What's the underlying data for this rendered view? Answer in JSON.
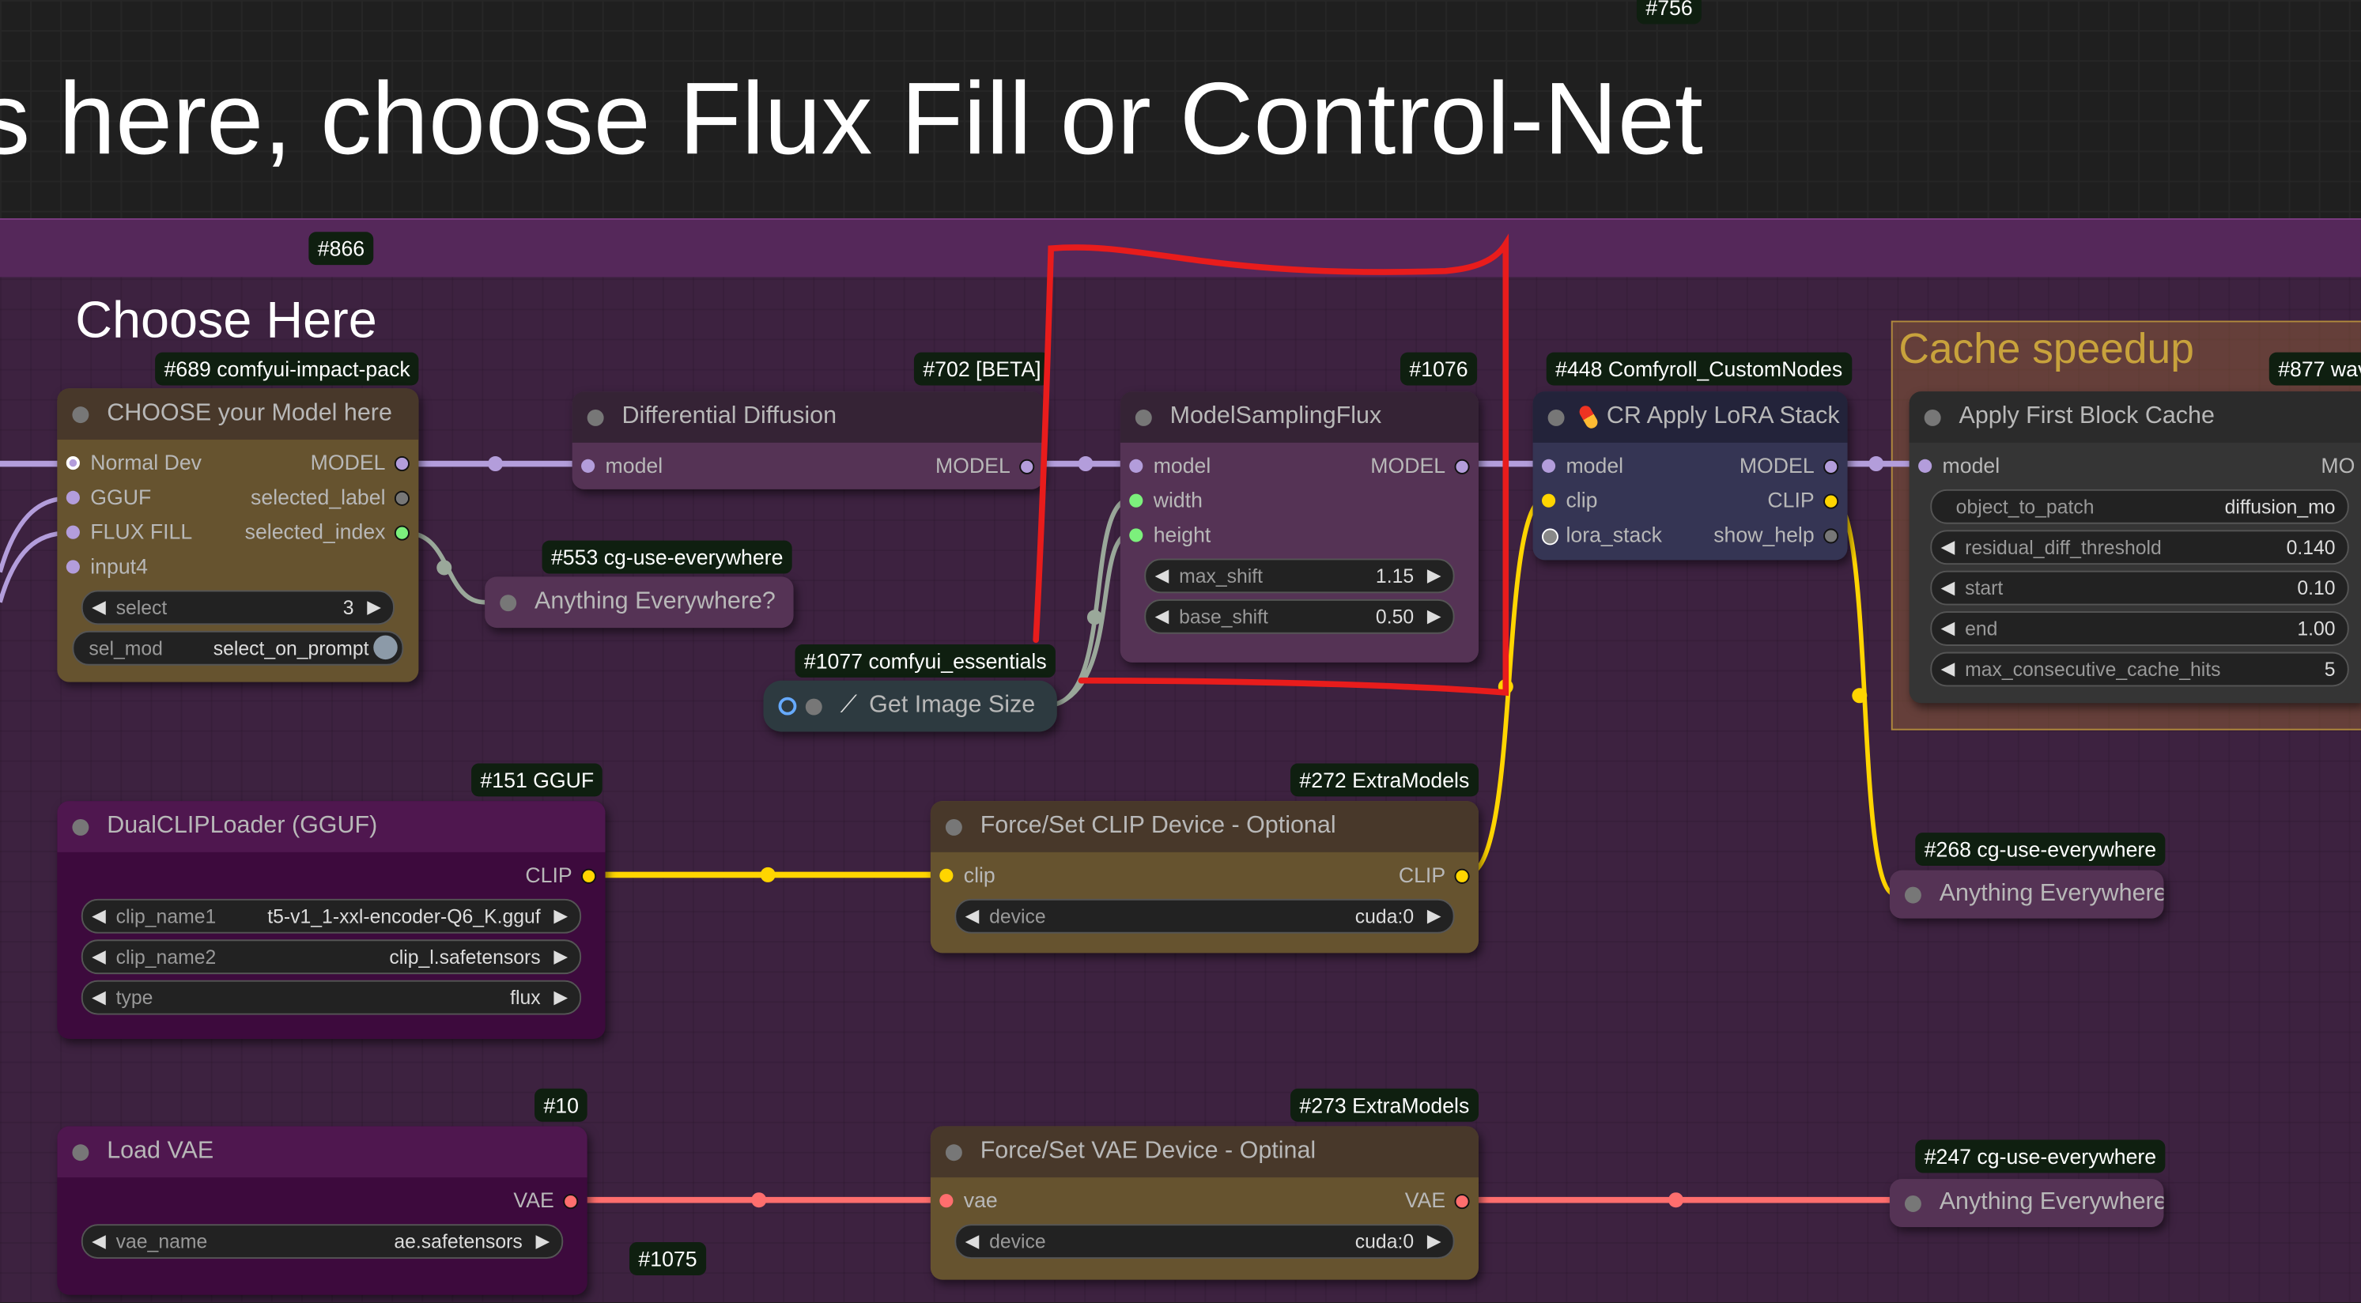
{
  "title": "s here, choose Flux Fill or Control-Net",
  "badges": {
    "b756": "#756",
    "b866": "#866",
    "b689": "#689 comfyui-impact-pack",
    "b702": "#702 [BETA]",
    "b1076": "#1076",
    "b448": "#448 Comfyroll_CustomNodes",
    "b877": "#877 wav",
    "b553": "#553 cg-use-everywhere",
    "b1077": "#1077 comfyui_essentials",
    "b151": "#151 GGUF",
    "b272": "#272 ExtraModels",
    "b268": "#268 cg-use-everywhere",
    "b10": "#10",
    "b273": "#273 ExtraModels",
    "b247": "#247 cg-use-everywhere",
    "b1075": "#1075"
  },
  "group": {
    "label": "Choose Here",
    "cache_label": "Cache speedup"
  },
  "choose": {
    "title": "CHOOSE your Model here",
    "inputs": [
      "Normal Dev",
      "GGUF",
      "FLUX FILL",
      "input4"
    ],
    "outputs": [
      "MODEL",
      "selected_label",
      "selected_index"
    ],
    "select_label": "select",
    "select_value": "3",
    "mode_label": "sel_mod",
    "mode_value": "select_on_prompt"
  },
  "diff": {
    "title": "Differential Diffusion",
    "in": "model",
    "out": "MODEL"
  },
  "msf": {
    "title": "ModelSamplingFlux",
    "inputs": [
      "model",
      "width",
      "height"
    ],
    "out": "MODEL",
    "max_shift_label": "max_shift",
    "max_shift": "1.15",
    "base_shift_label": "base_shift",
    "base_shift": "0.50"
  },
  "lora": {
    "title": "CR Apply LoRA Stack",
    "inputs": [
      "model",
      "clip",
      "lora_stack"
    ],
    "outputs": [
      "MODEL",
      "CLIP",
      "show_help"
    ]
  },
  "cachenode": {
    "title": "Apply First Block Cache",
    "in": "model",
    "out": "MO",
    "widgets": [
      {
        "label": "object_to_patch",
        "value": "diffusion_mo"
      },
      {
        "label": "residual_diff_threshold",
        "value": "0.140"
      },
      {
        "label": "start",
        "value": "0.10"
      },
      {
        "label": "end",
        "value": "1.00"
      },
      {
        "label": "max_consecutive_cache_hits",
        "value": "5"
      }
    ]
  },
  "ae553": {
    "title": "Anything Everywhere?"
  },
  "gis": {
    "title": "Get Image Size"
  },
  "dual": {
    "title": "DualCLIPLoader (GGUF)",
    "out": "CLIP",
    "widgets": [
      {
        "label": "clip_name1",
        "value": "t5-v1_1-xxl-encoder-Q6_K.gguf"
      },
      {
        "label": "clip_name2",
        "value": "clip_l.safetensors"
      },
      {
        "label": "type",
        "value": "flux"
      }
    ]
  },
  "clipdev": {
    "title": "Force/Set CLIP Device - Optional",
    "in": "clip",
    "out": "CLIP",
    "device_label": "device",
    "device": "cuda:0"
  },
  "ae268": {
    "title": "Anything Everywhere"
  },
  "vae": {
    "title": "Load VAE",
    "out": "VAE",
    "label": "vae_name",
    "value": "ae.safetensors"
  },
  "vaedev": {
    "title": "Force/Set VAE Device - Optinal",
    "in": "vae",
    "out": "VAE",
    "device_label": "device",
    "device": "cuda:0"
  },
  "ae247": {
    "title": "Anything Everywhere"
  },
  "colors": {
    "model": "#b39ddb",
    "clip": "#ffd500",
    "vae": "#ff6e6e",
    "int": "#7cf07c",
    "annotation": "#e81c1c"
  }
}
